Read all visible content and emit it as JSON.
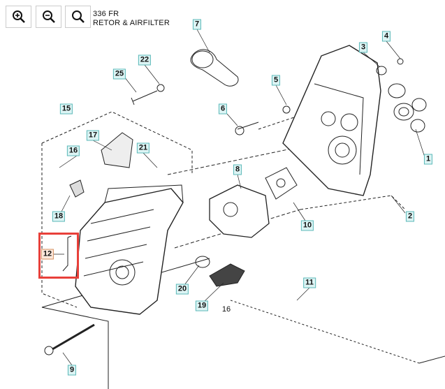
{
  "toolbar": {
    "zoom_in": "zoom-in",
    "zoom_out": "zoom-out",
    "reset": "zoom-reset"
  },
  "header": {
    "model": "336 FR",
    "section": "RETOR & AIRFILTER"
  },
  "callouts": {
    "c7": "7",
    "c4": "4",
    "c3": "3",
    "c22": "22",
    "c25": "25",
    "c5": "5",
    "c6": "6",
    "c15": "15",
    "c17": "17",
    "c16a": "16",
    "c21": "21",
    "c1": "1",
    "c8": "8",
    "c18": "18",
    "c2": "2",
    "c10": "10",
    "c12": "12",
    "c20": "20",
    "c11": "11",
    "c19": "19",
    "c16b": "16",
    "c9": "9"
  },
  "colors": {
    "callout_bg": "#dcf4f4",
    "callout_border": "#5bb8b8",
    "selected_border": "#e8403a"
  }
}
